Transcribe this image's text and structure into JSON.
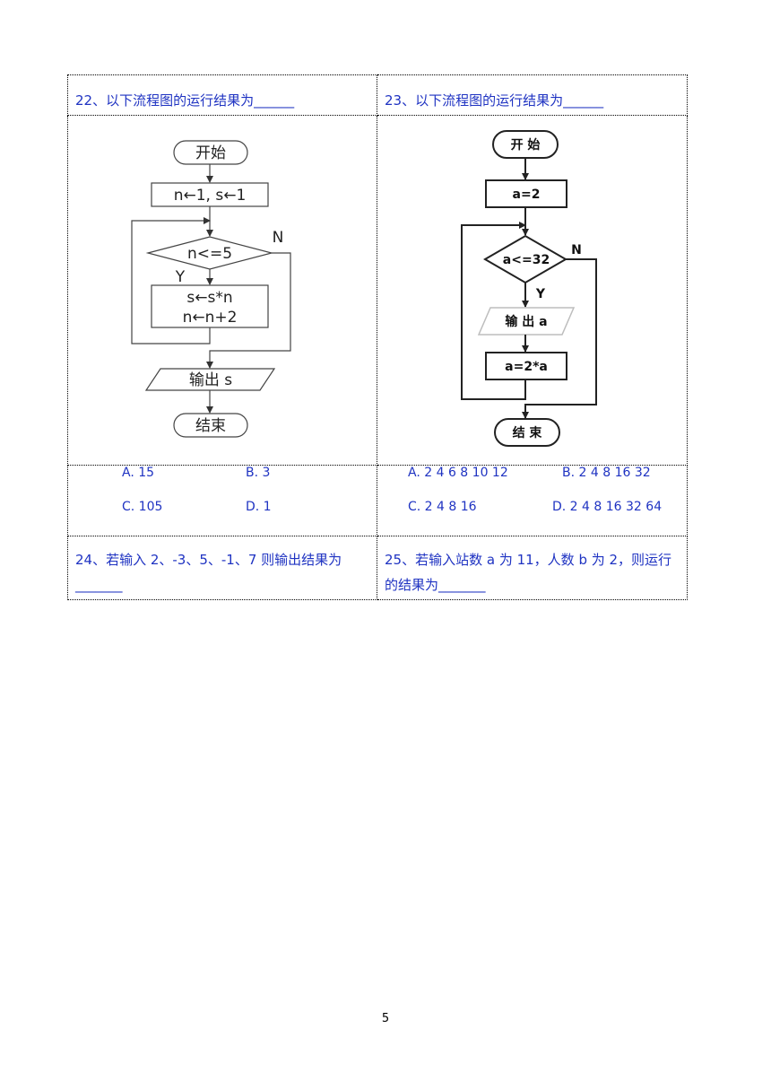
{
  "q22": {
    "title": "22、以下流程图的运行结果为______",
    "flow": {
      "start": "开始",
      "init": "n←1, s←1",
      "cond": "n<=5",
      "yes": "Y",
      "no": "N",
      "step1": "s←s*n",
      "step2": "n←n+2",
      "output": "输出 s",
      "end": "结束"
    },
    "choices": [
      "A.  15",
      "B. 3",
      "C.  105",
      "D. 1"
    ]
  },
  "q23": {
    "title": "23、以下流程图的运行结果为______",
    "flow": {
      "start": "开 始",
      "init": "a=2",
      "cond": "a<=32",
      "yes": "Y",
      "no": "N",
      "output": "输 出 a",
      "step": "a=2*a",
      "end": "结 束"
    },
    "choices": [
      "A. 2 4 6 8 10 12",
      "B. 2 4 8 16 32",
      "C. 2 4 8 16",
      "D. 2 4 8 16 32 64"
    ]
  },
  "q24": {
    "title": "24、若输入 2、-3、5、-1、7 则输出结果为_______"
  },
  "q25": {
    "title": "25、若输入站数 a 为 11，人数 b 为 2，则运行的结果为_______"
  },
  "page_number": "5"
}
